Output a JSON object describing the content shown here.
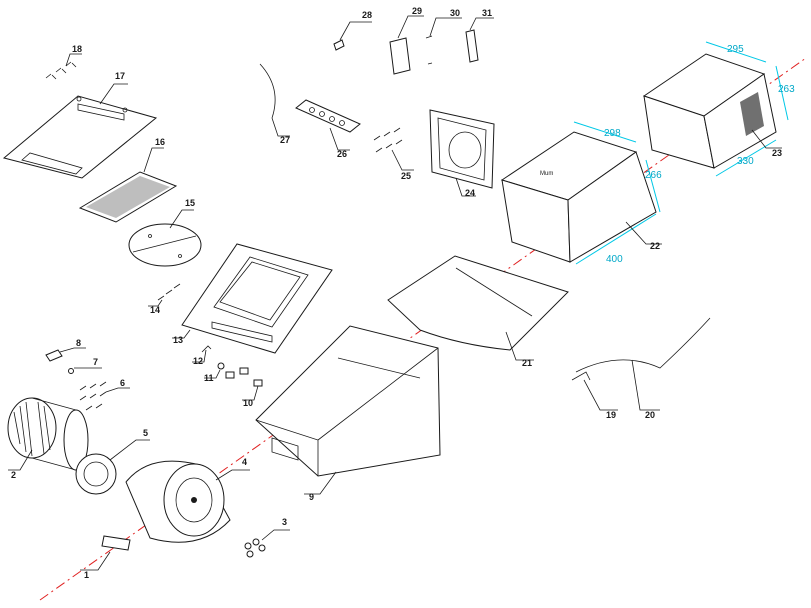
{
  "colors": {
    "outline": "#1a1a1a",
    "dimension": "#00c8e6",
    "axis": "#e02020",
    "background": "#ffffff"
  },
  "parts": [
    {
      "id": "1",
      "label": "1"
    },
    {
      "id": "2",
      "label": "2"
    },
    {
      "id": "3",
      "label": "3"
    },
    {
      "id": "4",
      "label": "4"
    },
    {
      "id": "5",
      "label": "5"
    },
    {
      "id": "6",
      "label": "6"
    },
    {
      "id": "7",
      "label": "7"
    },
    {
      "id": "8",
      "label": "8"
    },
    {
      "id": "9",
      "label": "9"
    },
    {
      "id": "10",
      "label": "10"
    },
    {
      "id": "11",
      "label": "11"
    },
    {
      "id": "12",
      "label": "12"
    },
    {
      "id": "13",
      "label": "13"
    },
    {
      "id": "14",
      "label": "14"
    },
    {
      "id": "15",
      "label": "15"
    },
    {
      "id": "16",
      "label": "16"
    },
    {
      "id": "17",
      "label": "17"
    },
    {
      "id": "18",
      "label": "18"
    },
    {
      "id": "19",
      "label": "19"
    },
    {
      "id": "20",
      "label": "20"
    },
    {
      "id": "21",
      "label": "21"
    },
    {
      "id": "22",
      "label": "22"
    },
    {
      "id": "23",
      "label": "23"
    },
    {
      "id": "24",
      "label": "24"
    },
    {
      "id": "25",
      "label": "25"
    },
    {
      "id": "26",
      "label": "26"
    },
    {
      "id": "27",
      "label": "27"
    },
    {
      "id": "28",
      "label": "28"
    },
    {
      "id": "29",
      "label": "29"
    },
    {
      "id": "30",
      "label": "30"
    },
    {
      "id": "31",
      "label": "31"
    }
  ],
  "dimensions": {
    "chimney_lower_width": "298",
    "chimney_lower_depth": "266",
    "chimney_lower_height": "400",
    "chimney_upper_width": "295",
    "chimney_upper_depth": "263",
    "chimney_upper_height": "330"
  },
  "brand_mark": "Mum"
}
